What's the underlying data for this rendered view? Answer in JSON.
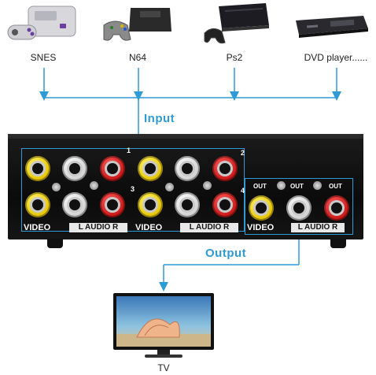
{
  "sources": [
    {
      "label": "SNES",
      "icon": "snes-console-icon"
    },
    {
      "label": "N64",
      "icon": "n64-console-icon"
    },
    {
      "label": "Ps2",
      "icon": "ps2-console-icon"
    },
    {
      "label": "DVD player......",
      "icon": "dvd-player-icon"
    }
  ],
  "input_label": "Input",
  "output_label": "Output",
  "panel": {
    "video": "VIDEO",
    "audio": "L  AUDIO  R",
    "out": "OUT",
    "ports": [
      "1",
      "2",
      "3",
      "4"
    ]
  },
  "destination": {
    "label": "TV",
    "icon": "tv-icon"
  },
  "colors": {
    "accent": "#2e9bd6",
    "yellow": "#e5c400",
    "white": "#e0e0e0",
    "red": "#c81616"
  }
}
